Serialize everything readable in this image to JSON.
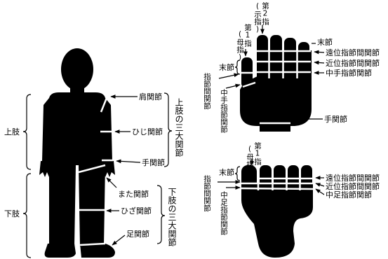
{
  "body": {
    "upper_limb": "上肢",
    "lower_limb": "下肢",
    "upper_three_joints": "上肢の三大関節",
    "lower_three_joints": "下肢の三大関節",
    "shoulder": "肩関節",
    "elbow": "ひじ関節",
    "wrist": "手関節",
    "hip": "また関節",
    "knee": "ひざ関節",
    "ankle": "足関節"
  },
  "hand": {
    "second_finger": "第2指",
    "index_finger_note": "(示指)",
    "first_finger": "第1指",
    "thumb_note": "(母指)",
    "terminal_segment": "末節",
    "terminal_segment_left": "末節",
    "dip": "遠位指節間関節",
    "pip": "近位指節間関節",
    "mcp": "中手指節関節",
    "ip": "指節間関節",
    "thumb_mcp": "中手指節関節",
    "wrist": "手関節"
  },
  "foot": {
    "first_toe": "第1指",
    "thumb_note": "(母指)",
    "terminal_segment": "末節",
    "dip": "遠位指節間関節",
    "pip": "近位指節間関節",
    "mtp": "中足指節関節",
    "ip": "指節間関節",
    "big_toe_mtp": "中足指節関節"
  }
}
